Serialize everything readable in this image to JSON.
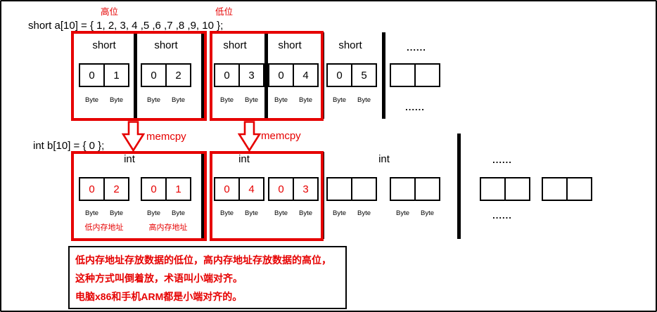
{
  "colors": {
    "red": "#e60000",
    "ink": "#000000"
  },
  "header": {
    "high_order_label": "高位",
    "low_order_label": "低位",
    "short_declaration": "short a[10] = { 1, 2, 3, 4 ,5 ,6 ,7 ,8 ,9, 10 };"
  },
  "short_row": {
    "type_labels": [
      "short",
      "short",
      "short",
      "short",
      "short"
    ],
    "type_ellipsis": "......",
    "cells": [
      "0",
      "1",
      "0",
      "2",
      "0",
      "3",
      "0",
      "4",
      "0",
      "5",
      "",
      ""
    ],
    "byte_labels": [
      "Byte",
      "Byte",
      "Byte",
      "Byte",
      "Byte",
      "Byte",
      "Byte",
      "Byte",
      "Byte",
      "Byte"
    ],
    "byte_ellipsis": "......"
  },
  "memcpy": {
    "label_left": "memcpy",
    "label_right": "memcpy",
    "int_declaration": "int b[10] = { 0 };"
  },
  "int_row": {
    "type_labels": [
      "int",
      "int",
      "int"
    ],
    "type_ellipsis": "......",
    "cells": [
      "0",
      "2",
      "0",
      "1",
      "0",
      "4",
      "0",
      "3",
      "",
      "",
      "",
      "",
      "",
      "",
      "",
      ""
    ],
    "byte_labels": [
      "Byte",
      "Byte",
      "Byte",
      "Byte",
      "Byte",
      "Byte",
      "Byte",
      "Byte",
      "Byte",
      "Byte",
      "Byte",
      "Byte"
    ],
    "byte_ellipsis": "......",
    "low_address_label": "低内存地址",
    "high_address_label": "高内存地址"
  },
  "note": {
    "lines": [
      "低内存地址存放数据的低位，高内存地址存放数据的高位，",
      "这种方式叫倒着放，术语叫小端对齐。",
      "电脑x86和手机ARM都是小端对齐的。"
    ]
  }
}
